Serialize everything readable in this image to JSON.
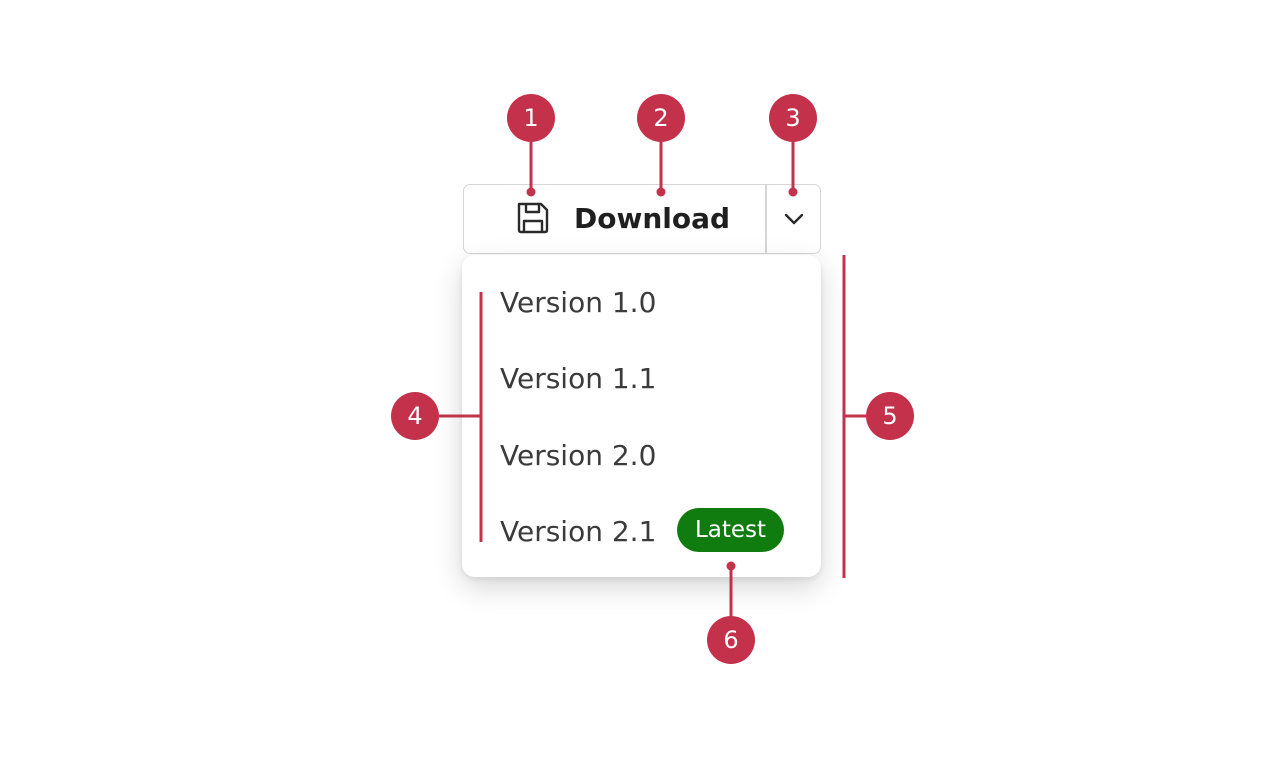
{
  "split_button": {
    "icon": "save-icon",
    "label": "Download",
    "dropdown_icon": "chevron-down-icon"
  },
  "menu": {
    "items": [
      {
        "label": "Version 1.0"
      },
      {
        "label": "Version 1.1"
      },
      {
        "label": "Version 2.0"
      },
      {
        "label": "Version 2.1",
        "badge": "Latest"
      }
    ]
  },
  "callouts": [
    "1",
    "2",
    "3",
    "4",
    "5",
    "6"
  ],
  "colors": {
    "callout": "#c4314b",
    "badge": "#107c10",
    "border": "#d6d6d6"
  }
}
